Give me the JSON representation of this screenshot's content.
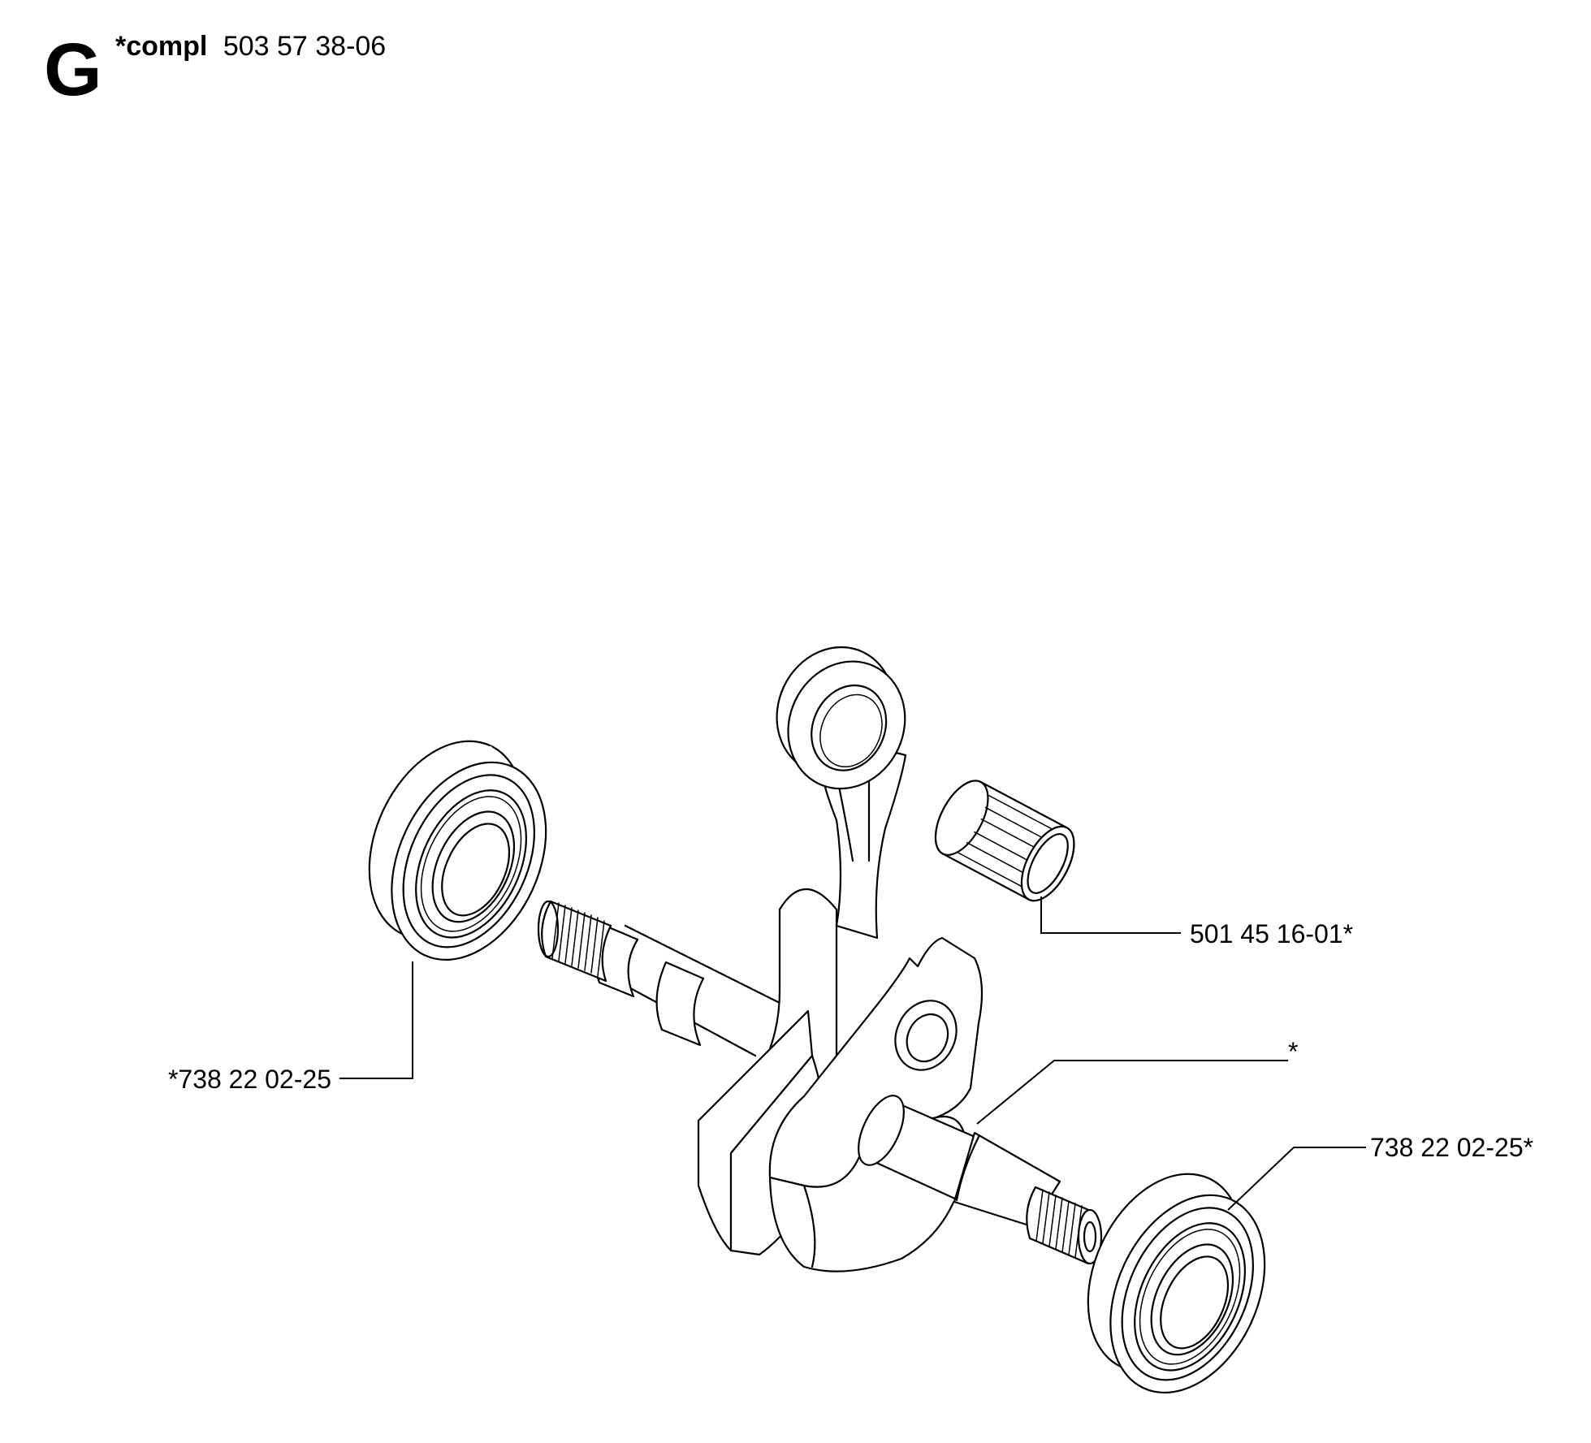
{
  "header": {
    "group_letter": "G",
    "compl_label": "*compl",
    "compl_part_number": "503 57 38-06"
  },
  "callouts": {
    "left_bearing": "*738 22 02-25",
    "needle_bearing": "501 45 16-01*",
    "crankshaft": "*",
    "right_bearing": "738 22 02-25*"
  }
}
